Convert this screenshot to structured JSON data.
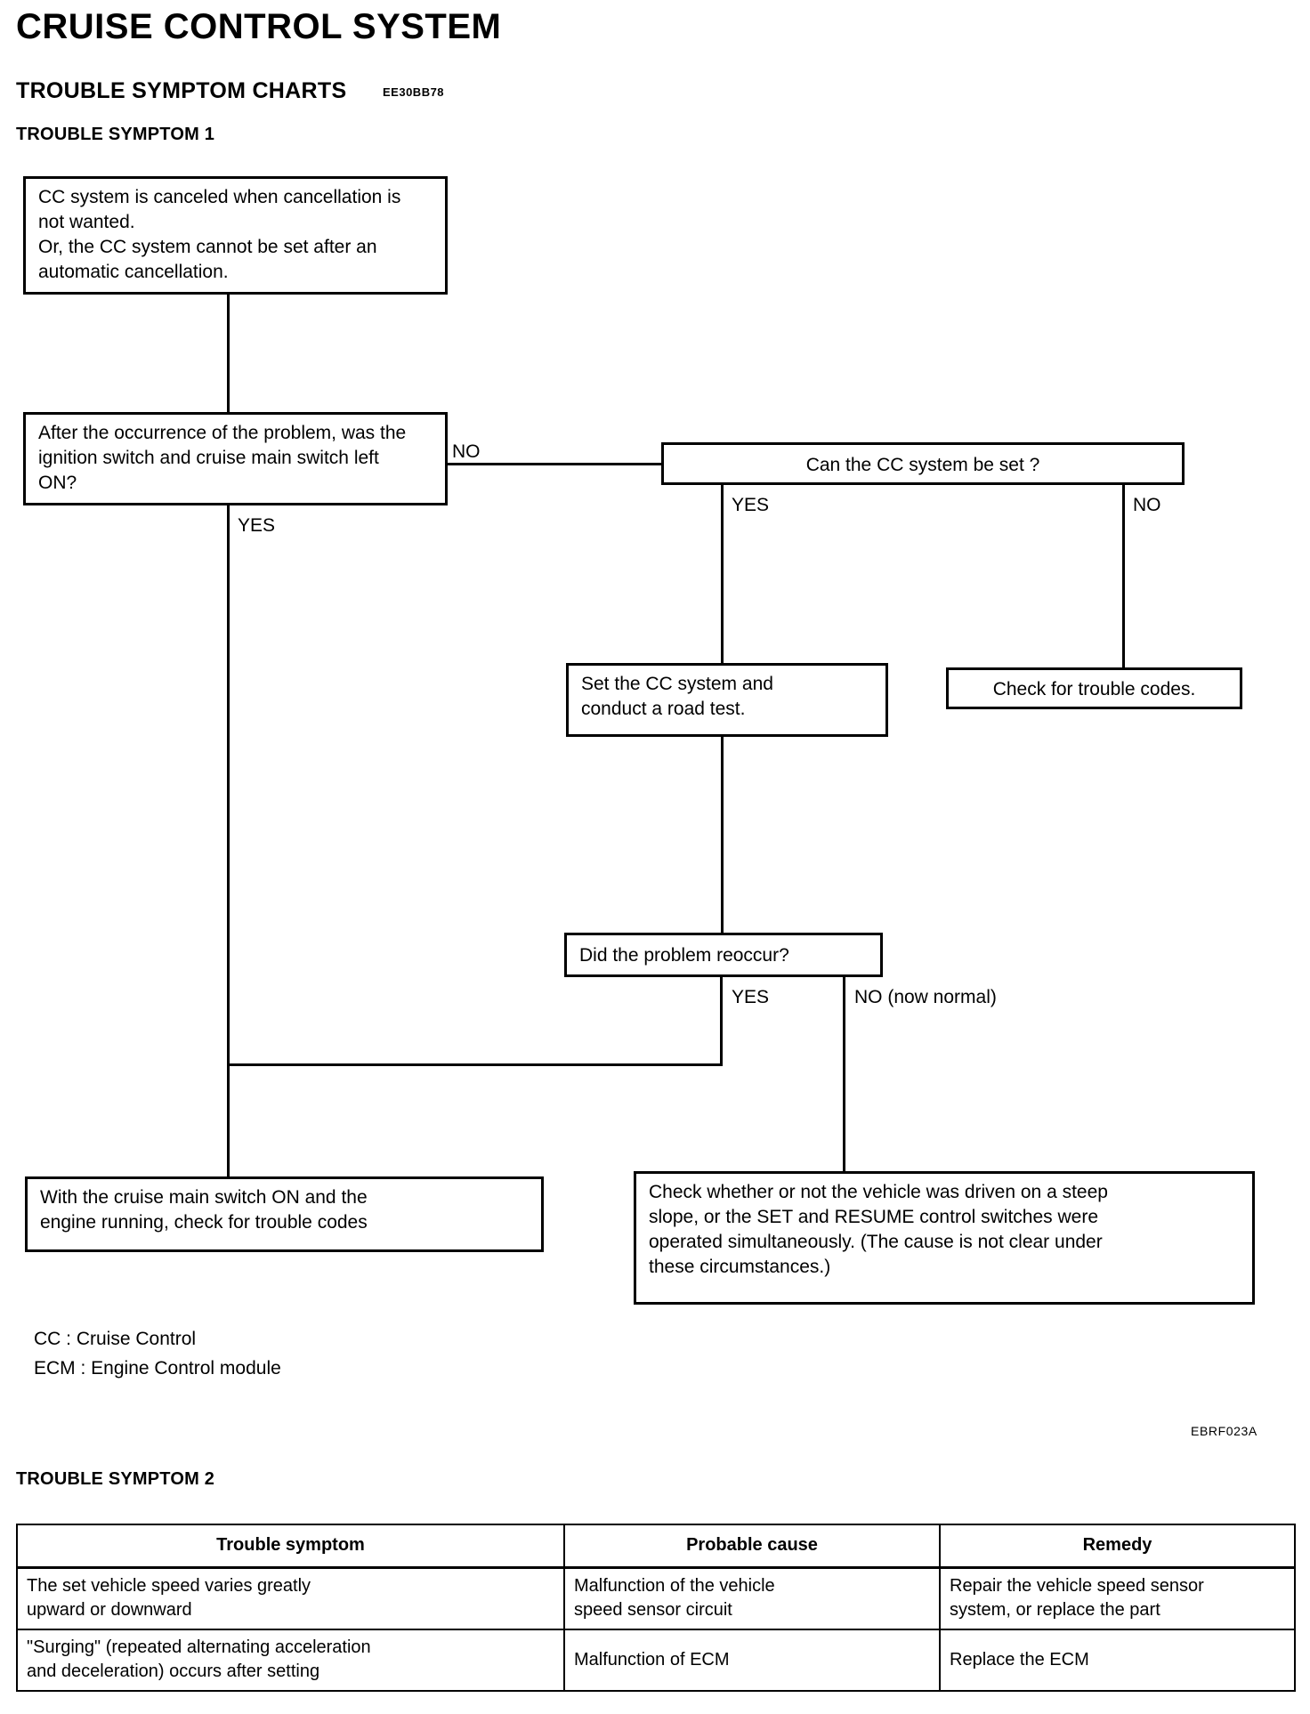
{
  "document": {
    "title": "CRUISE CONTROL SYSTEM",
    "section_title": "TROUBLE SYMPTOM CHARTS",
    "section_code": "EE30BB78",
    "symptom1_title": "TROUBLE SYMPTOM 1",
    "symptom2_title": "TROUBLE SYMPTOM 2",
    "figure_code": "EBRF023A"
  },
  "flowchart": {
    "boxes": {
      "problem": {
        "line1": "CC system is canceled when cancellation is",
        "line2": "not wanted.",
        "line3": "Or, the CC system cannot be set after an",
        "line4": "automatic cancellation."
      },
      "question_ignition": {
        "line1": "After the occurrence of the problem, was the",
        "line2": "ignition switch and cruise main switch left",
        "line3": "ON?"
      },
      "question_can_set": {
        "line1": "Can the CC system be set ?"
      },
      "set_and_road_test": {
        "line1": "Set the CC system and",
        "line2": "conduct a road test."
      },
      "check_trouble_codes": {
        "line1": "Check for trouble codes."
      },
      "question_reoccur": {
        "line1": "Did the problem reoccur?"
      },
      "cruise_main_switch_on": {
        "line1": "With the cruise main switch ON and the",
        "line2": "engine running, check for trouble codes"
      },
      "check_steep_slope": {
        "line1": "Check whether or not the vehicle was driven on a steep",
        "line2": "slope, or the SET and RESUME control switches were",
        "line3": "operated simultaneously. (The cause is not clear under",
        "line4": "these circumstances.)"
      }
    },
    "labels": {
      "ignition_no": "NO",
      "ignition_yes": "YES",
      "can_set_yes": "YES",
      "can_set_no": "NO",
      "reoccur_yes": "YES",
      "reoccur_no": "NO (now normal)"
    }
  },
  "legend": {
    "line1": "CC : Cruise Control",
    "line2": "ECM : Engine Control module"
  },
  "symptom2_table": {
    "headers": [
      "Trouble symptom",
      "Probable cause",
      "Remedy"
    ],
    "rows": [
      {
        "symptom_lines": [
          "The set vehicle speed varies greatly",
          "upward or downward"
        ],
        "cause_lines": [
          "Malfunction of the vehicle",
          "speed sensor circuit"
        ],
        "remedy_lines": [
          "Repair the vehicle speed sensor",
          "system, or replace the part"
        ]
      },
      {
        "symptom_lines": [
          "\"Surging\" (repeated alternating acceleration",
          "and deceleration) occurs after setting"
        ],
        "cause_lines": [
          "Malfunction of ECM"
        ],
        "remedy_lines": [
          "Replace the ECM"
        ]
      }
    ]
  }
}
